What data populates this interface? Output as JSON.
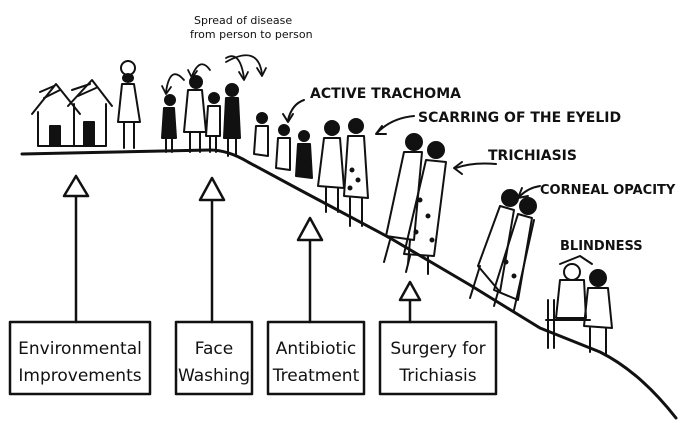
{
  "annotations": {
    "spread_line1": "Spread of disease",
    "spread_line2": "from person to person",
    "active": "ACTIVE TRACHOMA",
    "scarring": "SCARRING OF THE EYELID",
    "trichiasis": "TRICHIASIS",
    "corneal": "CORNEAL OPACITY",
    "blindness": "BLINDNESS"
  },
  "interventions": [
    {
      "line1": "Environmental",
      "line2": "Improvements"
    },
    {
      "line1": "Face",
      "line2": "Washing"
    },
    {
      "line1": "Antibiotic",
      "line2": "Treatment"
    },
    {
      "line1": "Surgery for",
      "line2": "Trichiasis"
    }
  ],
  "colors": {
    "ink": "#111111",
    "background": "#ffffff"
  }
}
